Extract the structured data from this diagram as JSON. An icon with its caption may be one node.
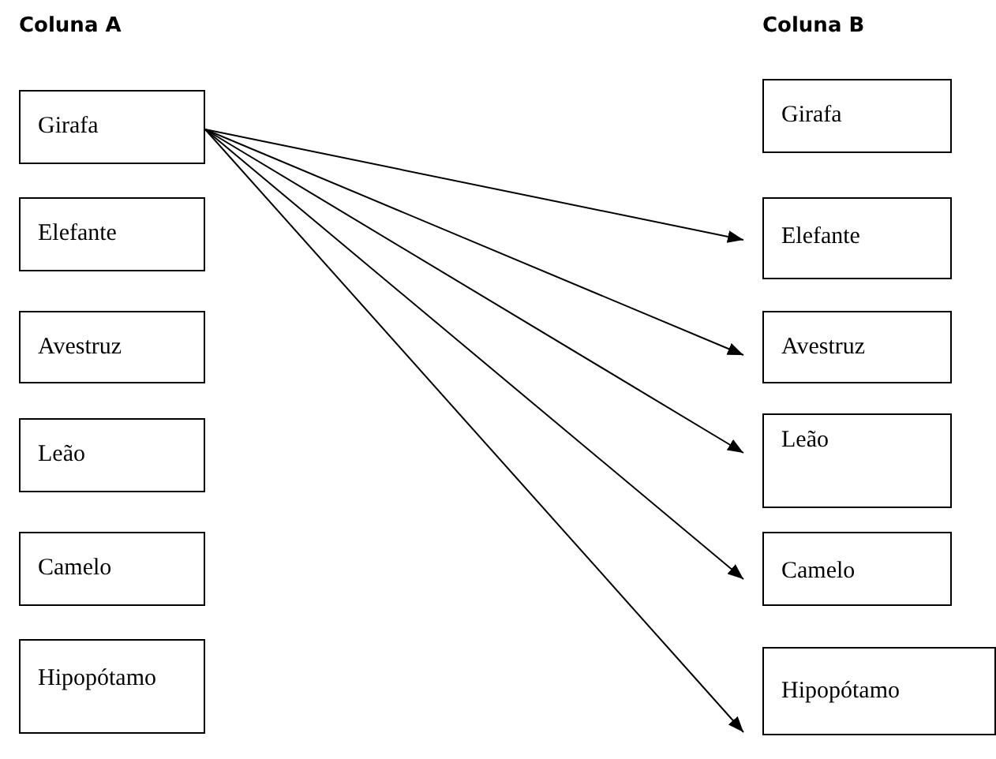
{
  "diagram": {
    "nodes": [
      {
        "text": [
          "Girafa"
        ]
      },
      {
        "text": [
          "Elefante"
        ]
      },
      {
        "text": [
          "Avestruz"
        ]
      },
      {
        "text": [
          "Leão"
        ]
      },
      {
        "text": [
          "Camelo"
        ]
      },
      {
        "text": [
          "Hipopótamo"
        ]
      },
      {
        "text": [
          "Girafa"
        ]
      },
      {
        "text": [
          "Elefante"
        ]
      },
      {
        "text": [
          "Avestruz"
        ]
      },
      {
        "text": [
          "Leão"
        ]
      },
      {
        "text": [
          "Camelo"
        ]
      },
      {
        "text": [
          "Hipopótamo"
        ]
      }
    ],
    "edges": [
      {
        "from": 0,
        "to": 7,
        "arrow": "to"
      },
      {
        "from": 0,
        "to": 8,
        "arrow": "to"
      },
      {
        "from": 0,
        "to": 9,
        "arrow": "to"
      },
      {
        "from": 0,
        "to": 10,
        "arrow": "to"
      },
      {
        "from": 0,
        "to": 11,
        "arrow": "to"
      }
    ],
    "labels": [
      "Coluna A",
      "Coluna B"
    ]
  }
}
